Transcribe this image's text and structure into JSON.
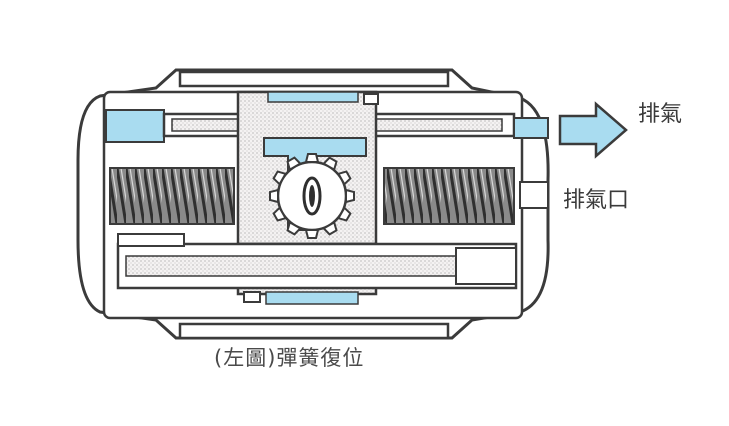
{
  "labels": {
    "exhaust": "排氣",
    "exhaust_port": "排氣口",
    "caption": "(左圖)彈簧復位"
  },
  "colors": {
    "outline": "#3b3b3b",
    "air": "#a9dcf0",
    "piston_fill": "#f0eeee",
    "spring": "#4a4a4a",
    "background": "#ffffff"
  },
  "components": [
    "body-housing",
    "left-piston",
    "right-piston",
    "pinion-gear",
    "upper-rack",
    "lower-rack",
    "left-spring",
    "right-spring",
    "exhaust-arrow"
  ]
}
